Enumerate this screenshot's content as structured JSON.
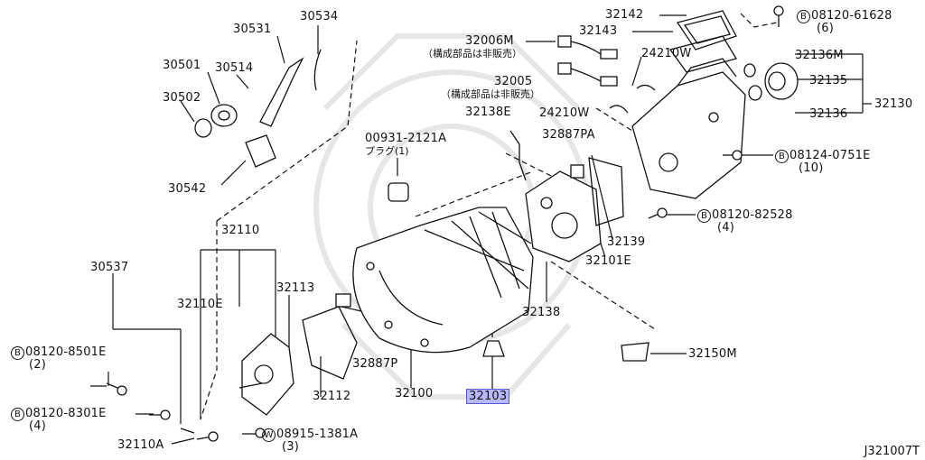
{
  "diagram_code": "J321007T",
  "callouts": {
    "p30534": "30534",
    "p30531": "30531",
    "p30501": "30501",
    "p30514": "30514",
    "p30502": "30502",
    "p30542": "30542",
    "p32006m": "32006M",
    "p32006m_note": "（構成部品は非販売）",
    "p32005": "32005",
    "p32005_note": "（構成部品は非販売）",
    "p32142": "32142",
    "p32143": "32143",
    "p24210w_a": "24210W",
    "p24210w_b": "24210W",
    "p08120_61628": "08120-61628",
    "p08120_61628_qty": "(6)",
    "p32136m": "32136M",
    "p32135": "32135",
    "p32136": "32136",
    "p32130": "32130",
    "p32138e": "32138E",
    "p32887pa": "32887PA",
    "p00931": "00931-2121A",
    "p00931_note": "プラグ(1)",
    "p08124": "08124-0751E",
    "p08124_qty": "(10)",
    "p08120_82528": "08120-82528",
    "p08120_82528_qty": "(4)",
    "p32139": "32139",
    "p32101e": "32101E",
    "p32110": "32110",
    "p30537": "30537",
    "p32110e": "32110E",
    "p32113": "32113",
    "p32138": "32138",
    "p08120_8501e": "08120-8501E",
    "p08120_8501e_qty": "(2)",
    "p32887p": "32887P",
    "p32150m": "32150M",
    "p32112": "32112",
    "p32100": "32100",
    "p32103": "32103",
    "p08120_8301e": "08120-8301E",
    "p08120_8301e_qty": "(4)",
    "p08915": "08915-1381A",
    "p08915_qty": "(3)",
    "p32110a": "32110A"
  },
  "symbols": {
    "bolt_b": "B",
    "washer_w": "W"
  },
  "selected_part": "32103",
  "colors": {
    "line": "#111111",
    "highlight": "#b8b8ff",
    "highlight_border": "#5a5ad8"
  }
}
